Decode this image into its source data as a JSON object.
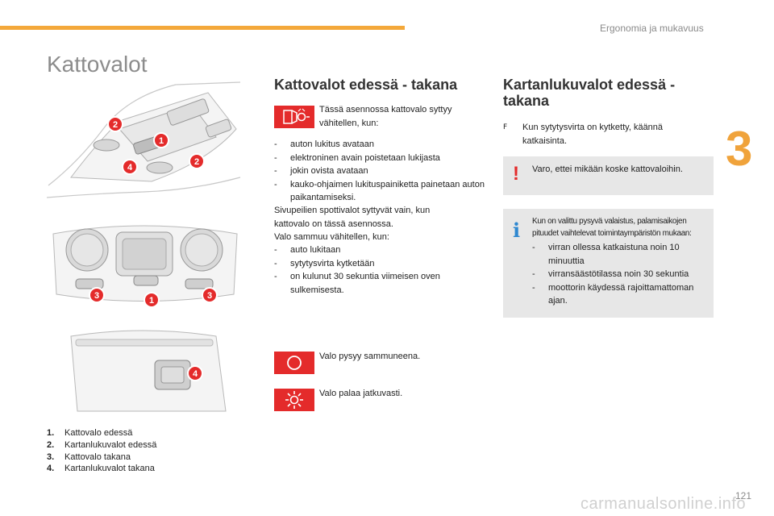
{
  "header": {
    "section": "Ergonomia ja mukavuus",
    "chapter": "3",
    "page_number": "121",
    "accent_color": "#f4a83a"
  },
  "page_title": "Kattovalot",
  "legend": [
    {
      "num": "1.",
      "label": "Kattovalo edessä"
    },
    {
      "num": "2.",
      "label": "Kartanlukuvalot edessä"
    },
    {
      "num": "3.",
      "label": "Kattovalo takana"
    },
    {
      "num": "4.",
      "label": "Kartanlukuvalot takana"
    }
  ],
  "illustration_callouts": [
    "1",
    "2",
    "3",
    "4"
  ],
  "front_rear": {
    "heading": "Kattovalot edessä - takana",
    "mode_auto": {
      "icon": "door-lamp-icon",
      "text": "Tässä asennossa kattovalo syttyy vähitellen, kun:"
    },
    "conditions_on": [
      "auton lukitus avataan",
      "elektroninen avain poistetaan lukijasta",
      "jokin ovista avataan",
      "kauko-ohjaimen lukituspainiketta painetaan auton paikantamiseksi."
    ],
    "spot_note": "Sivupeilien spottivalot syttyvät vain, kun kattovalo on tässä asennossa.",
    "off_intro": "Valo sammuu vähitellen, kun:",
    "conditions_off": [
      "auto lukitaan",
      "sytytysvirta kytketään",
      "on kulunut 30 sekuntia viimeisen oven sulkemisesta."
    ],
    "mode_off": {
      "icon": "circle-off-icon",
      "text": "Valo pysyy sammuneena."
    },
    "mode_on": {
      "icon": "sun-on-icon",
      "text": "Valo palaa jatkuvasti."
    },
    "icon_color": "#e42b2b"
  },
  "map_lights": {
    "heading": "Kartanlukuvalot edessä - takana",
    "bullet_symbol": "F",
    "bullet_text": "Kun sytytysvirta on kytketty, käännä katkaisinta.",
    "warning": {
      "symbol": "!",
      "text": "Varo, ettei mikään koske kattovaloihin."
    },
    "info": {
      "symbol": "i",
      "text": "Kun on valittu pysyvä valaistus, palamisaikojen pituudet vaihtelevat toimintaympäristön mukaan:",
      "items": [
        "virran ollessa katkaistuna noin 10 minuuttia",
        "virransäästötilassa noin 30 sekuntia",
        "moottorin käydessä rajoittamattoman ajan."
      ]
    }
  },
  "watermark": "carmanualsonline.info"
}
